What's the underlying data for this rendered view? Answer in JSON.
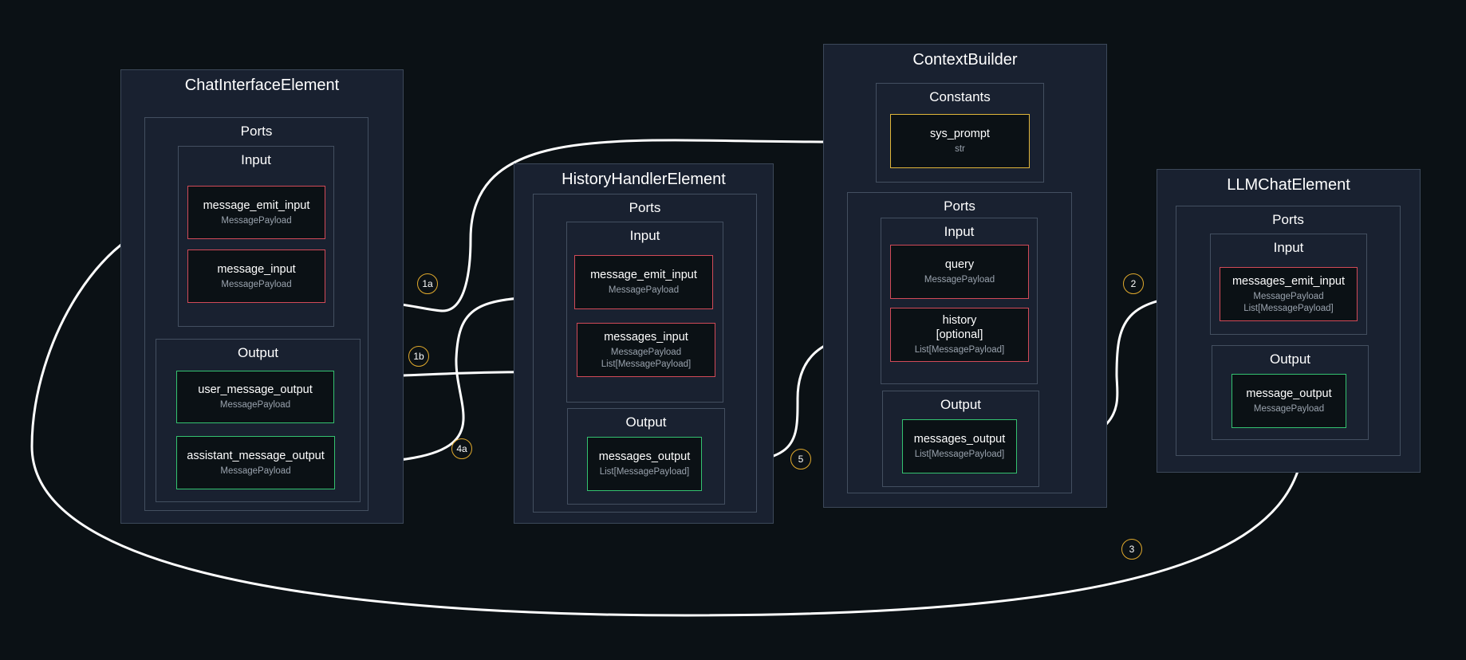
{
  "elements": {
    "chat_interface": {
      "title": "ChatInterfaceElement",
      "ports_label": "Ports",
      "input_label": "Input",
      "output_label": "Output",
      "inputs": [
        {
          "name": "message_emit_input",
          "types": [
            "MessagePayload"
          ]
        },
        {
          "name": "message_input",
          "types": [
            "MessagePayload"
          ]
        }
      ],
      "outputs": [
        {
          "name": "user_message_output",
          "types": [
            "MessagePayload"
          ]
        },
        {
          "name": "assistant_message_output",
          "types": [
            "MessagePayload"
          ]
        }
      ]
    },
    "history_handler": {
      "title": "HistoryHandlerElement",
      "ports_label": "Ports",
      "input_label": "Input",
      "output_label": "Output",
      "inputs": [
        {
          "name": "message_emit_input",
          "types": [
            "MessagePayload"
          ]
        },
        {
          "name": "messages_input",
          "types": [
            "MessagePayload",
            "List[MessagePayload]"
          ]
        }
      ],
      "outputs": [
        {
          "name": "messages_output",
          "types": [
            "List[MessagePayload]"
          ]
        }
      ]
    },
    "context_builder": {
      "title": "ContextBuilder",
      "constants_label": "Constants",
      "ports_label": "Ports",
      "input_label": "Input",
      "output_label": "Output",
      "constants": [
        {
          "name": "sys_prompt",
          "types": [
            "str"
          ]
        }
      ],
      "inputs": [
        {
          "name": "query",
          "types": [
            "MessagePayload"
          ]
        },
        {
          "name": "history\n[optional]",
          "types": [
            "List[MessagePayload]"
          ]
        }
      ],
      "outputs": [
        {
          "name": "messages_output",
          "types": [
            "List[MessagePayload]"
          ]
        }
      ]
    },
    "llm_chat": {
      "title": "LLMChatElement",
      "ports_label": "Ports",
      "input_label": "Input",
      "output_label": "Output",
      "inputs": [
        {
          "name": "messages_emit_input",
          "types": [
            "MessagePayload",
            "List[MessagePayload]"
          ]
        }
      ],
      "outputs": [
        {
          "name": "message_output",
          "types": [
            "MessagePayload"
          ]
        }
      ]
    }
  },
  "edges": [
    {
      "label": "1a",
      "from": "ChatInterfaceElement.user_message_output",
      "to": "ContextBuilder.query"
    },
    {
      "label": "1b",
      "from": "ChatInterfaceElement.user_message_output",
      "to": "HistoryHandlerElement.messages_input"
    },
    {
      "label": "2",
      "from": "ContextBuilder.messages_output",
      "to": "LLMChatElement.messages_emit_input"
    },
    {
      "label": "3",
      "from": "LLMChatElement.message_output",
      "to": "ChatInterfaceElement.message_emit_input"
    },
    {
      "label": "4a",
      "from": "ChatInterfaceElement.assistant_message_output",
      "to": "HistoryHandlerElement.message_emit_input"
    },
    {
      "label": "5",
      "from": "HistoryHandlerElement.messages_output",
      "to": "ContextBuilder.history"
    }
  ],
  "colors": {
    "background": "#0b1115",
    "panel": "#192130",
    "input_port_border": "#d24a58",
    "output_port_border": "#34c270",
    "constant_border": "#e0b63a",
    "badge_border": "#e0a92c",
    "edge": "#ffffff"
  }
}
